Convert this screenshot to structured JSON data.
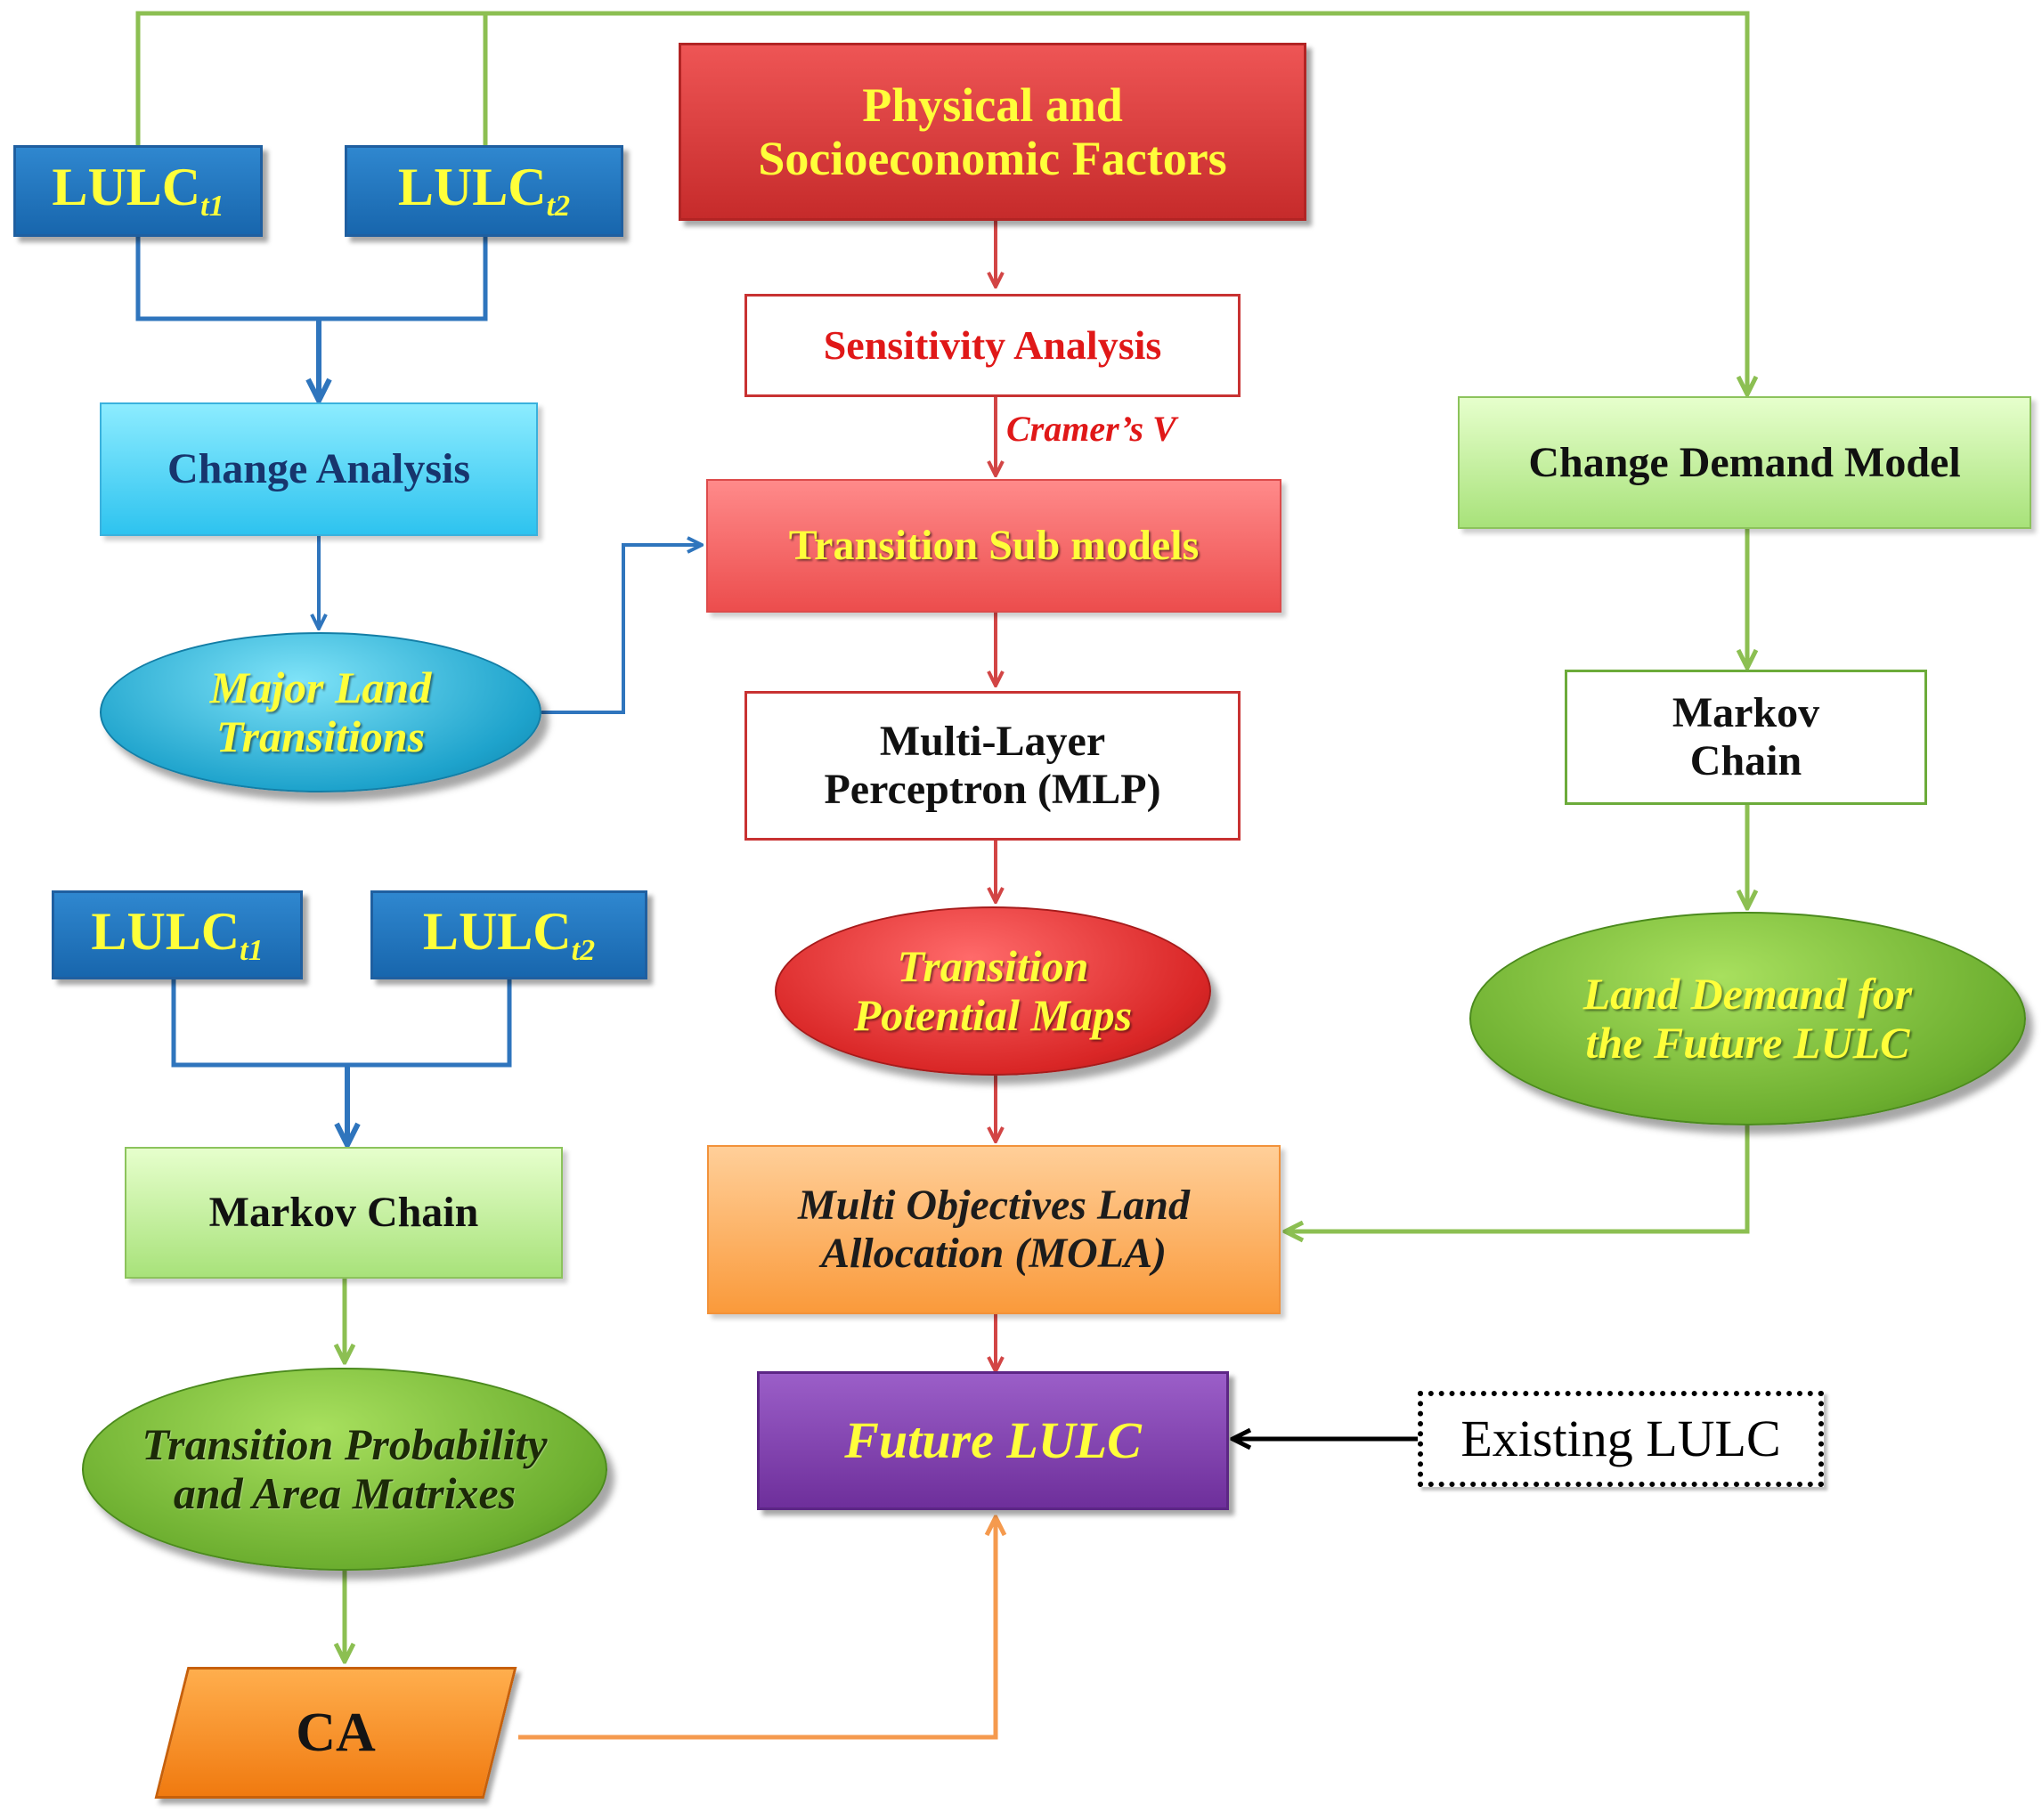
{
  "nodes": {
    "lulc_t1_top": {
      "base": "LULC",
      "sub": "t1"
    },
    "lulc_t2_top": {
      "base": "LULC",
      "sub": "t2"
    },
    "physical_factors": {
      "line1": "Physical and",
      "line2": "Socioeconomic Factors"
    },
    "sensitivity_analysis": "Sensitivity  Analysis",
    "cramers_v": "Cramer’s V",
    "change_analysis": "Change Analysis",
    "transition_sub_models": "Transition  Sub models",
    "change_demand_model": "Change Demand Model",
    "major_land_transitions": {
      "line1": "Major Land",
      "line2": "Transitions"
    },
    "mlp": {
      "line1": "Multi-Layer",
      "line2": "Perceptron (MLP)"
    },
    "markov_chain_right": {
      "line1": "Markov",
      "line2": "Chain"
    },
    "lulc_t1_bottom": {
      "base": "LULC",
      "sub": "t1"
    },
    "lulc_t2_bottom": {
      "base": "LULC",
      "sub": "t2"
    },
    "transition_potential_maps": {
      "line1": "Transition",
      "line2": "Potential Maps"
    },
    "land_demand": {
      "line1": "Land Demand for",
      "line2": "the Future LULC"
    },
    "markov_chain_left": "Markov  Chain",
    "mola": {
      "line1": "Multi Objectives Land",
      "line2": "Allocation (MOLA)"
    },
    "transition_probability": {
      "line1": "Transition Probability",
      "line2": "and Area Matrixes"
    },
    "future_lulc": "Future LULC",
    "existing_lulc": "Existing LULC",
    "ca": "CA"
  },
  "colors": {
    "green_line": "#8cbf52",
    "blue_line": "#2f75bd",
    "red_line": "#d24545",
    "orange_line": "#f59a4e",
    "black_line": "#000000"
  }
}
